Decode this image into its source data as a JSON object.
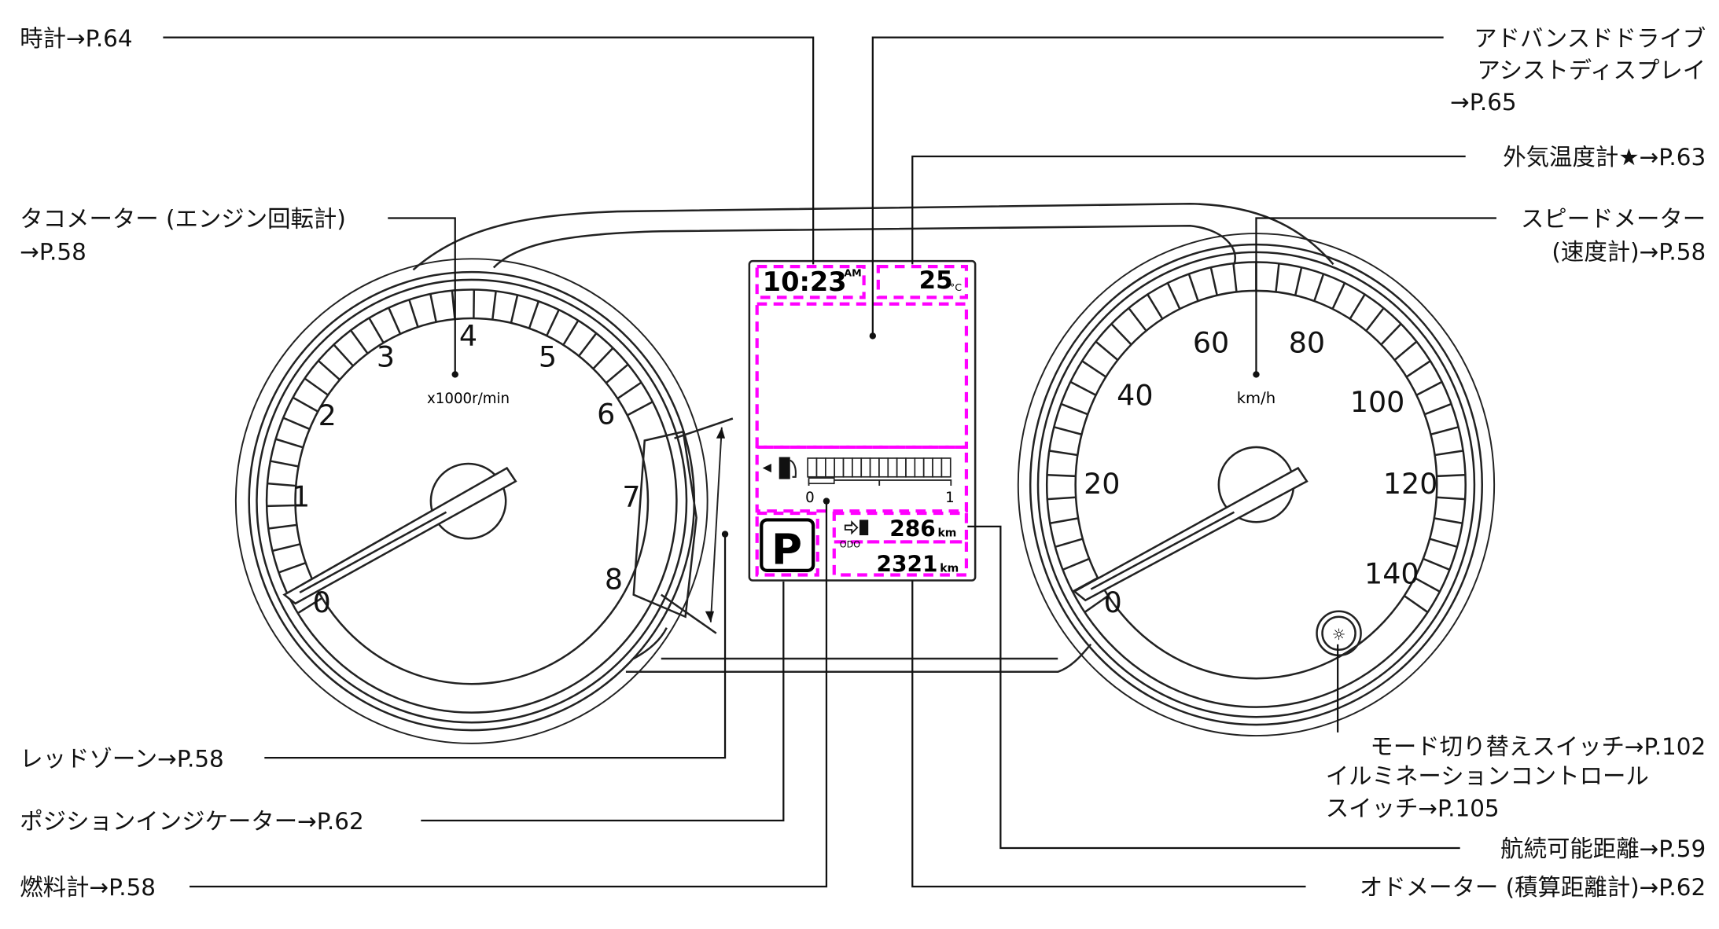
{
  "callouts": {
    "clock": "時計→P.64",
    "adas_1": "アドバンスドドライブ",
    "adas_2": "アシストディスプレイ",
    "adas_3": "→P.65",
    "outside_temp": "外気温度計★→P.63",
    "tach_1": "タコメーター (エンジン回転計)",
    "tach_2": "→P.58",
    "speedo_1": "スピードメーター",
    "speedo_2": "(速度計)→P.58",
    "red_zone": "レッドゾーン→P.58",
    "position_indicator": "ポジションインジケーター→P.62",
    "fuel_gauge": "燃料計→P.58",
    "mode_1": "モード切り替えスイッチ→P.102",
    "mode_2": "イルミネーションコントロール",
    "mode_3": "スイッチ→P.105",
    "range": "航続可能距離→P.59",
    "odometer": "オドメーター (積算距離計)→P.62"
  },
  "tachometer": {
    "unit": "x1000r/min",
    "numbers": [
      "0",
      "1",
      "2",
      "3",
      "4",
      "5",
      "6",
      "7",
      "8"
    ]
  },
  "speedometer": {
    "unit": "km/h",
    "numbers": [
      "0",
      "20",
      "40",
      "60",
      "80",
      "100",
      "120",
      "140"
    ]
  },
  "display": {
    "time": "10:23",
    "ampm": "AM",
    "temp": "25",
    "temp_unit": "°C",
    "fuel_min": "0",
    "fuel_max": "1",
    "range_value": "286",
    "range_unit": "km",
    "odo_label": "ODO",
    "odo_value": "2321",
    "odo_unit": "km",
    "gear": "P"
  },
  "colors": {
    "highlight": "#ff00ff"
  }
}
